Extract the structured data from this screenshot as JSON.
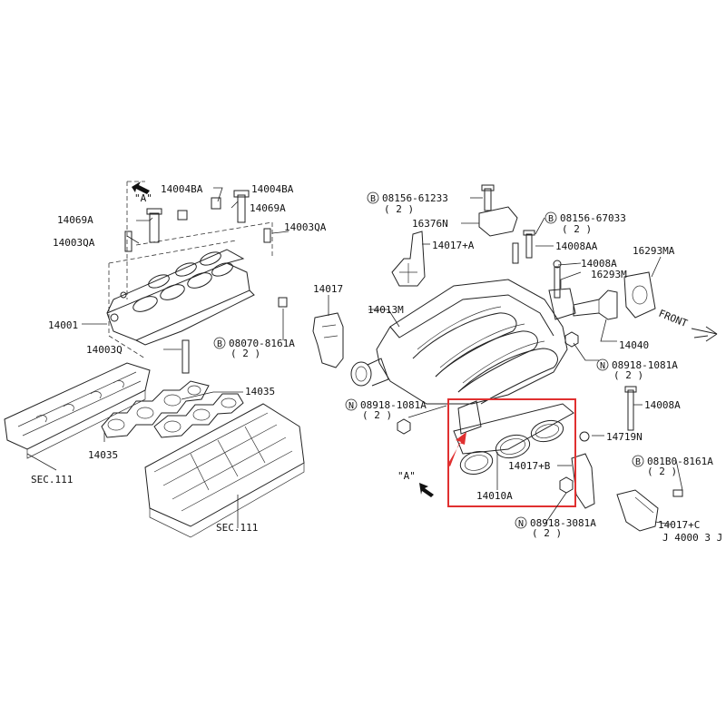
{
  "diagram": {
    "highlight_color": "#e03030",
    "arrow_color": "#e03030",
    "ref_a": "\"A\"",
    "ref_a2": "\"A\"",
    "front_label": "FRONT",
    "footer_code": "J 4000 3 J",
    "labels": {
      "l_14004BA_a": "14004BA",
      "l_14004BA_b": "14004BA",
      "l_14069A_a": "14069A",
      "l_14069A_b": "14069A",
      "l_14003QA_a": "14003QA",
      "l_14003QA_b": "14003QA",
      "l_14001": "14001",
      "l_14003Q": "14003Q",
      "l_14035_a": "14035",
      "l_14035_b": "14035",
      "l_sec111_a": "SEC.111",
      "l_sec111_b": "SEC.111",
      "l_08156_61233": "08156-61233",
      "l_08156_61233_q": "( 2 )",
      "l_16376N": "16376N",
      "l_08156_67033": "08156-67033",
      "l_08156_67033_q": "( 2 )",
      "l_14017A": "14017+A",
      "l_14008AA": "14008AA",
      "l_16293MA": "16293MA",
      "l_14008A_a": "14008A",
      "l_16293M": "16293M",
      "l_14017": "14017",
      "l_14013M": "14013M",
      "l_08070": "08070-8161A",
      "l_08070_q": "( 2 )",
      "l_14040": "14040",
      "l_08918_1081A_a": "08918-1081A",
      "l_08918_1081A_a_q": "( 2 )",
      "l_08918_1081A_b": "08918-1081A",
      "l_08918_1081A_b_q": "( 2 )",
      "l_14008A_b": "14008A",
      "l_14719N": "14719N",
      "l_081B0": "081B0-8161A",
      "l_081B0_q": "( 2 )",
      "l_14017B": "14017+B",
      "l_14010A": "14010A",
      "l_08918_3081A": "08918-3081A",
      "l_08918_3081A_q": "( 2 )",
      "l_14017C": "14017+C"
    },
    "circle_letters": {
      "b1": "B",
      "b2": "B",
      "b3": "B",
      "b4": "B",
      "n1": "N",
      "n2": "N",
      "n3": "N"
    }
  }
}
